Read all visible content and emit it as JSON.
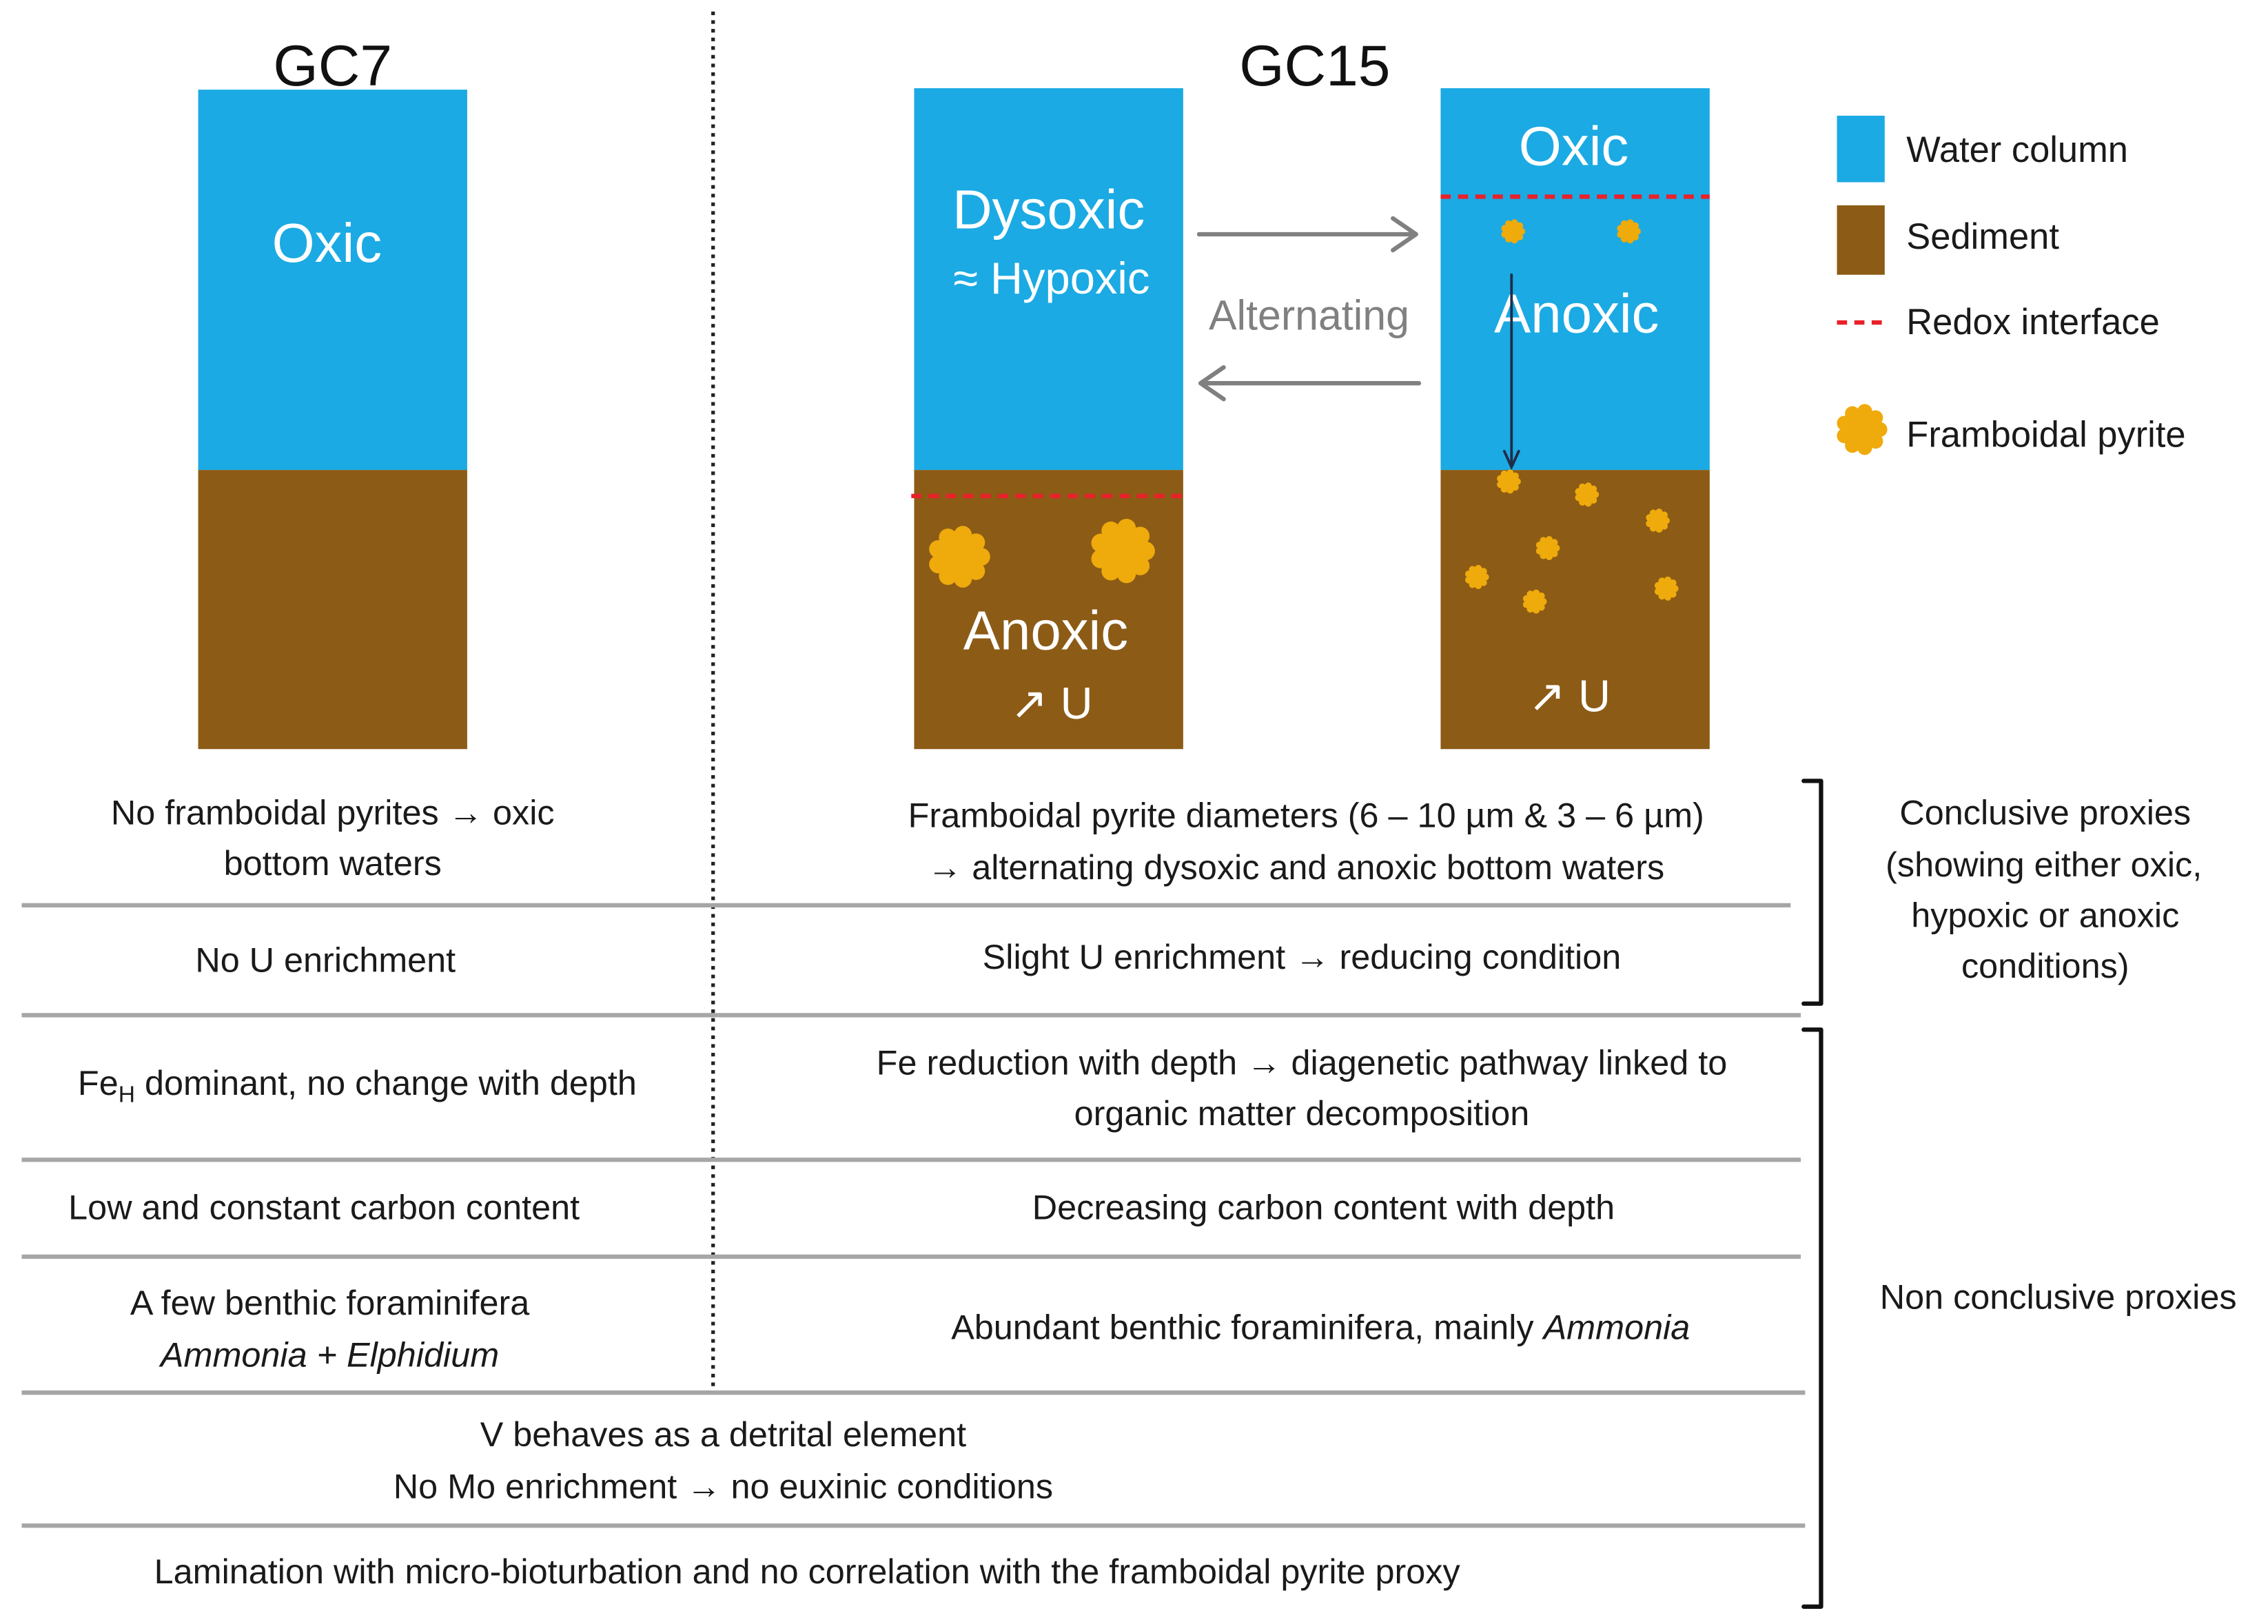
{
  "figure": {
    "gc7": {
      "title": "GC7",
      "water_label": "Oxic"
    },
    "gc15": {
      "title": "GC15",
      "dysoxic_column": {
        "water_label": "Dysoxic",
        "water_sublabel": "≈ Hypoxic",
        "sediment_label": "Anoxic",
        "sediment_sublabel": "↗ U"
      },
      "oxic_column": {
        "water_label": "Oxic",
        "lower_water_label": "Anoxic",
        "sediment_sublabel": "↗ U"
      },
      "transition_label": "Alternating"
    }
  },
  "legend": {
    "water_column": {
      "label": "Water column",
      "icon": "blue-square-icon"
    },
    "sediment": {
      "label": "Sediment",
      "icon": "brown-square-icon"
    },
    "redox_interface": {
      "label": "Redox interface",
      "icon": "red-dashed-line-icon"
    },
    "framboidal_pyrite": {
      "label": "Framboidal pyrite",
      "icon": "yellow-framboid-icon"
    }
  },
  "colors": {
    "water_column": "#1BAAE3",
    "sediment": "#8C5B16",
    "redox_interface": "#E8212B",
    "framboidal_pyrite": "#EFAA0C",
    "arrow": "#808080",
    "row_divider": "#A6A6A6"
  },
  "proxies": {
    "framboid_size": {
      "gc7": [
        "No framboidal pyrites → oxic",
        "bottom waters"
      ],
      "gc15": [
        "Framboidal pyrite diameters (6 – 10 µm & 3 – 6 µm)",
        "→ alternating dysoxic and anoxic bottom waters"
      ]
    },
    "uranium": {
      "gc7": "No U enrichment",
      "gc15": "Slight U enrichment → reducing condition"
    },
    "iron": {
      "gc7": {
        "element": "Fe",
        "subscript": "H",
        "text": " dominant, no change with depth"
      },
      "gc15": [
        "Fe reduction with depth → diagenetic pathway linked to",
        "organic matter decomposition"
      ]
    },
    "carbon": {
      "gc7": "Low and constant carbon content",
      "gc15": "Decreasing carbon content with depth"
    },
    "foraminifera": {
      "gc7": {
        "line_1": "A few benthic foraminifera",
        "genus_1": "Ammonia",
        "joiner": " + ",
        "genus_2": "Elphidium"
      },
      "gc15": {
        "text": "Abundant benthic foraminifera, mainly ",
        "genus": "Ammonia"
      }
    },
    "vanadium_molybdenum": [
      "V behaves as a detrital element",
      "No Mo enrichment → no euxinic conditions"
    ],
    "lamination": "Lamination with micro-bioturbation and no correlation with the framboidal pyrite proxy"
  },
  "proxy_groups": {
    "conclusive": [
      "Conclusive proxies",
      "(showing either oxic,",
      "hypoxic or anoxic",
      "conditions)"
    ],
    "non_conclusive": "Non conclusive proxies"
  }
}
